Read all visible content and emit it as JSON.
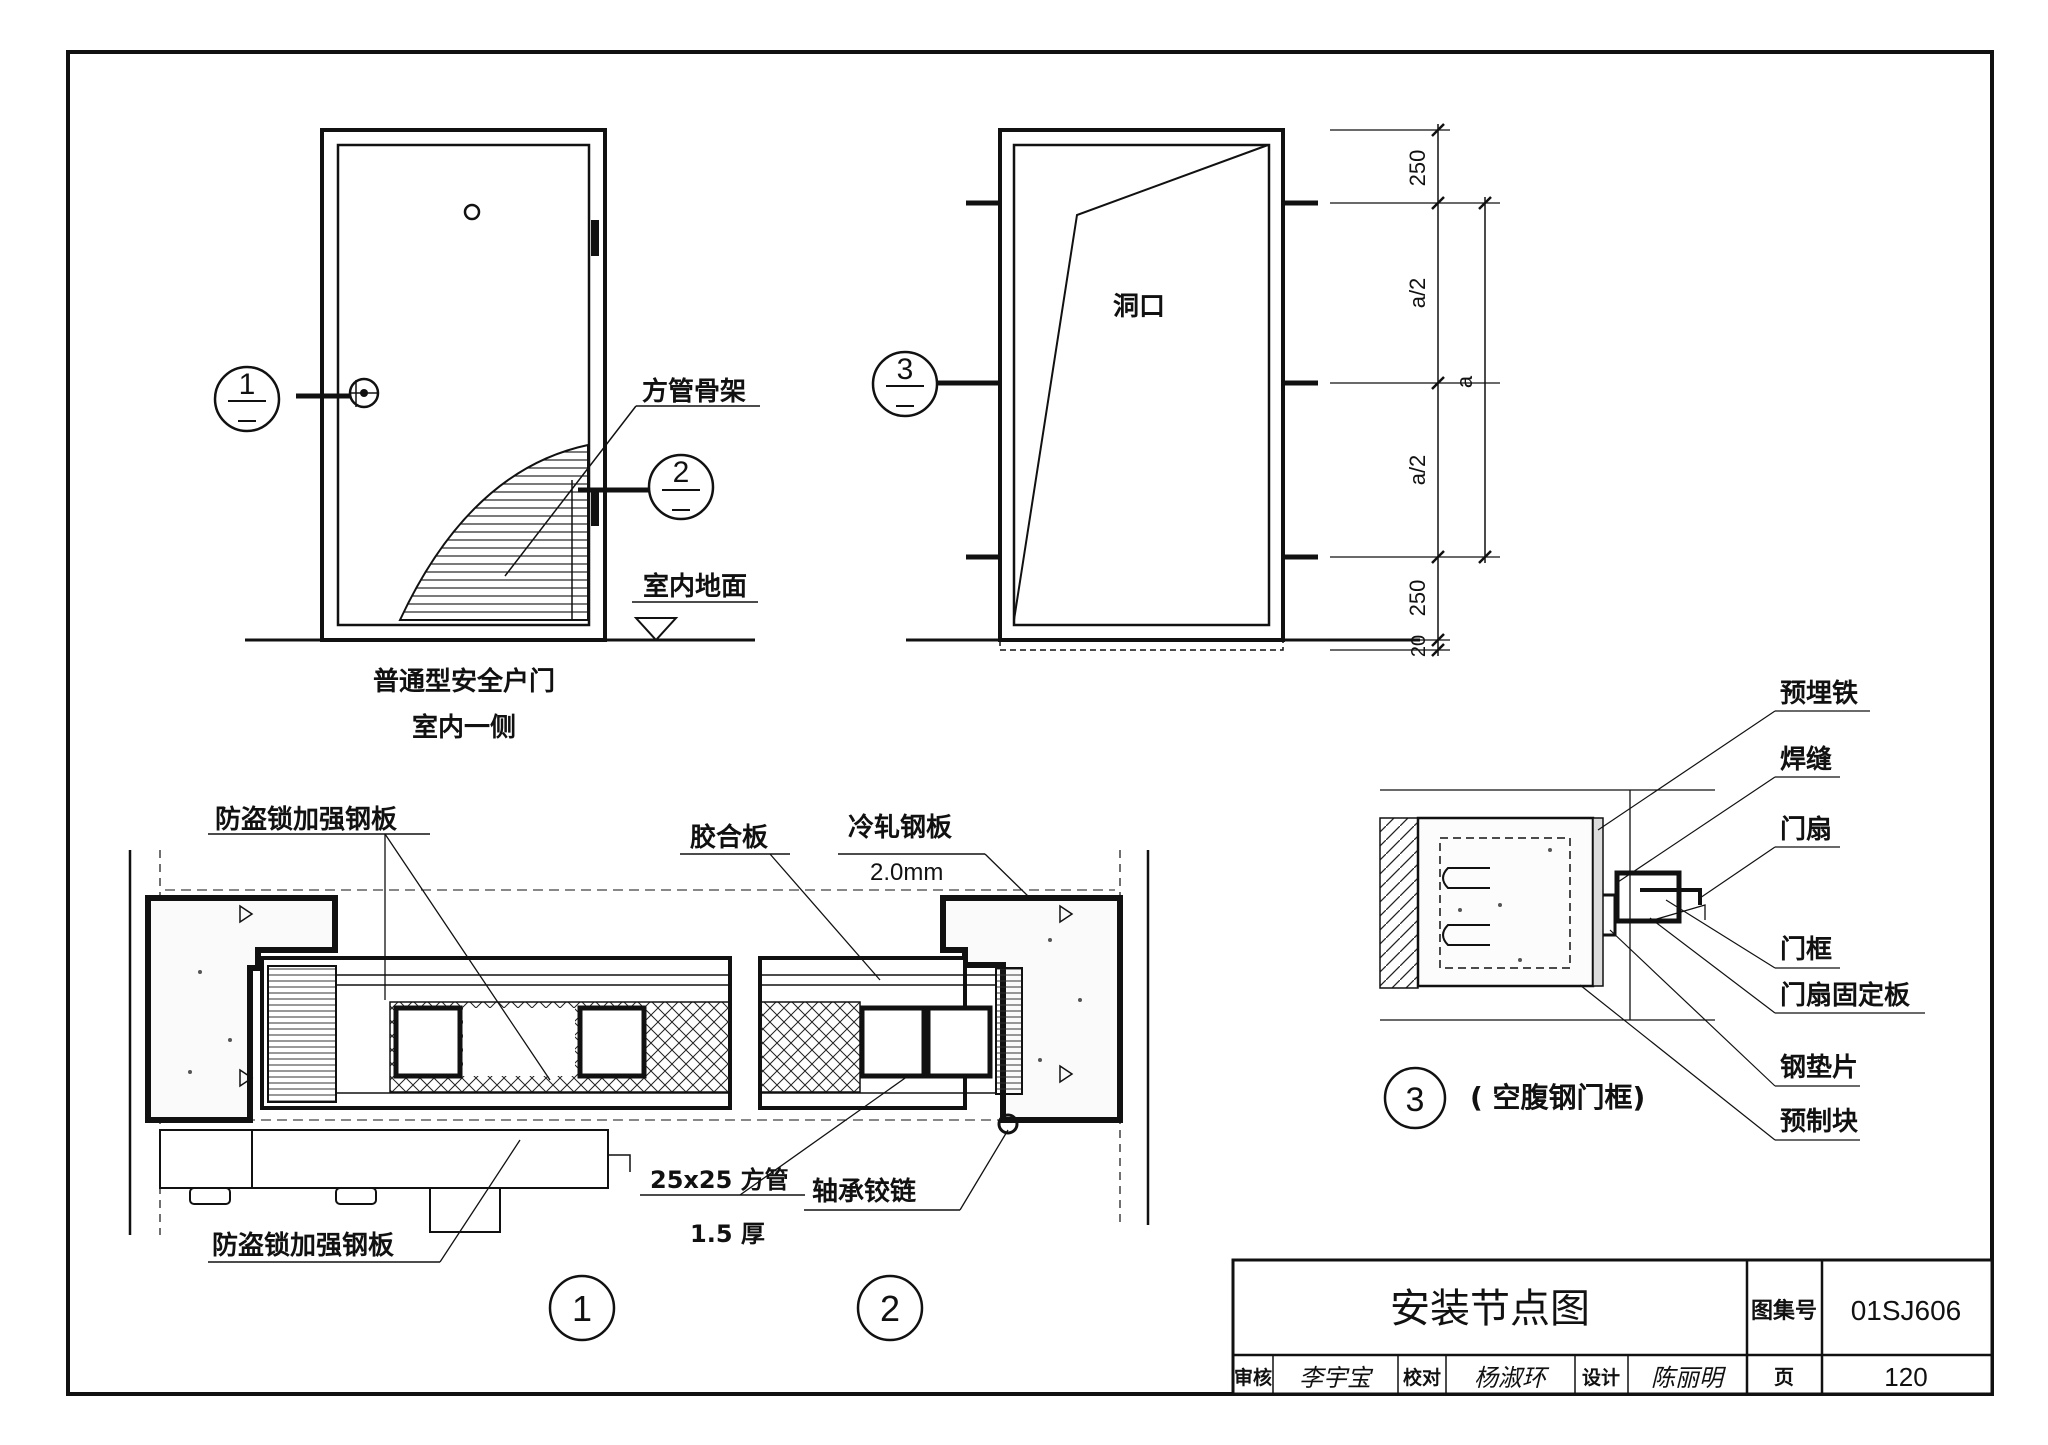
{
  "drawing": {
    "elevation_left": {
      "caption_line1": "普通型安全户门",
      "caption_line2": "室内一侧",
      "label_frame": "方管骨架",
      "label_floor": "室内地面",
      "callout_1": "1",
      "callout_2": "2"
    },
    "elevation_right": {
      "label_opening": "洞口",
      "callout_3": "3",
      "dims": [
        "250",
        "a/2",
        "a",
        "a/2",
        "250",
        "20"
      ]
    },
    "section_1_2": {
      "label_lock_plate_top": "防盗锁加强钢板",
      "label_lock_plate_bottom": "防盗锁加强钢板",
      "label_plywood": "胶合板",
      "label_cold_steel": "冷轧钢板",
      "label_thickness": "2.0mm",
      "label_tube": "25x25 方管",
      "label_tube_thick": "1.5 厚",
      "label_hinge": "轴承铰链",
      "marker_1": "1",
      "marker_2": "2"
    },
    "detail_3": {
      "marker": "3",
      "title": "( 空腹钢门框)",
      "labels": [
        "预埋铁",
        "焊缝",
        "门扇",
        "门框",
        "门扇固定板",
        "钢垫片",
        "预制块"
      ]
    }
  },
  "title_block": {
    "title": "安装节点图",
    "atlas_label": "图集号",
    "atlas_no": "01SJ606",
    "review_label": "审核",
    "review_sig": "李宇宝",
    "check_label": "校对",
    "check_sig": "杨淑环",
    "design_label": "设计",
    "design_sig": "陈丽明",
    "page_label": "页",
    "page_no": "120"
  }
}
